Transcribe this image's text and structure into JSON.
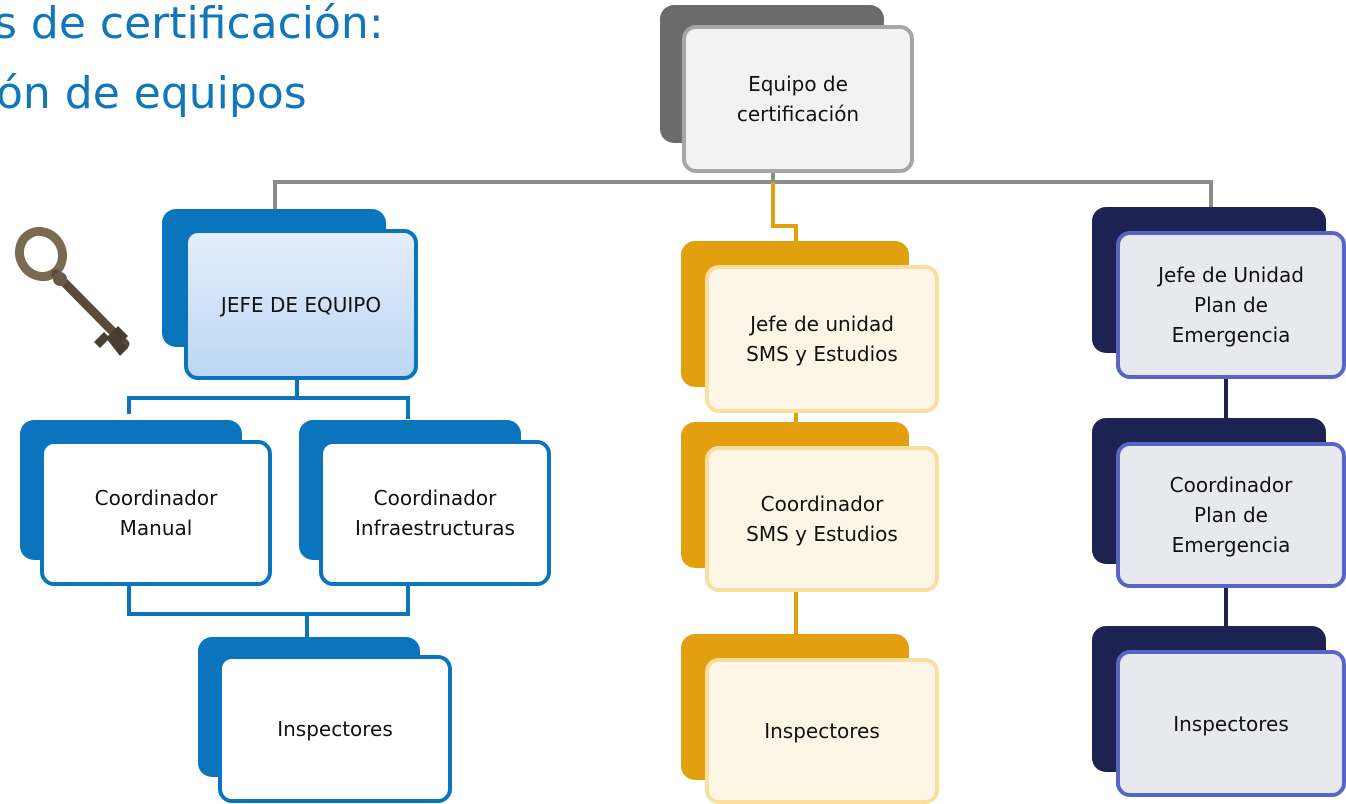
{
  "title": {
    "line1": "s de certificación:",
    "line2": "ón de equipos"
  },
  "colors": {
    "grey_shadow": "#6b6b6b",
    "grey_border": "#a6a6a6",
    "grey_fill": "#f2f2f2",
    "blue_shadow": "#0a75bc",
    "blue_border": "#0a75bc",
    "blue_fill": "#e6f0f8",
    "blue_fill_top": "#c9def4",
    "gold_shadow": "#e2a00f",
    "gold_border": "#f9dea0",
    "gold_fill": "#fdf5e6",
    "navy_shadow": "#1c2352",
    "navy_border": "#5865c4",
    "navy_fill": "#e8e9ee",
    "title": "#1177bb"
  },
  "nodes": {
    "top": "Equipo de\ncertificación",
    "blue_head": "JEFE DE EQUIPO",
    "blue_coord_manual": "Coordinador\nManual",
    "blue_coord_infra": "Coordinador\nInfraestructuras",
    "blue_inspectores": "Inspectores",
    "gold_head": "Jefe de unidad\nSMS y Estudios",
    "gold_coord": "Coordinador\nSMS y Estudios",
    "gold_inspectores": "Inspectores",
    "navy_head": "Jefe de Unidad\nPlan de\nEmergencia",
    "navy_coord": "Coordinador\nPlan de\nEmergencia",
    "navy_inspectores": "Inspectores"
  }
}
